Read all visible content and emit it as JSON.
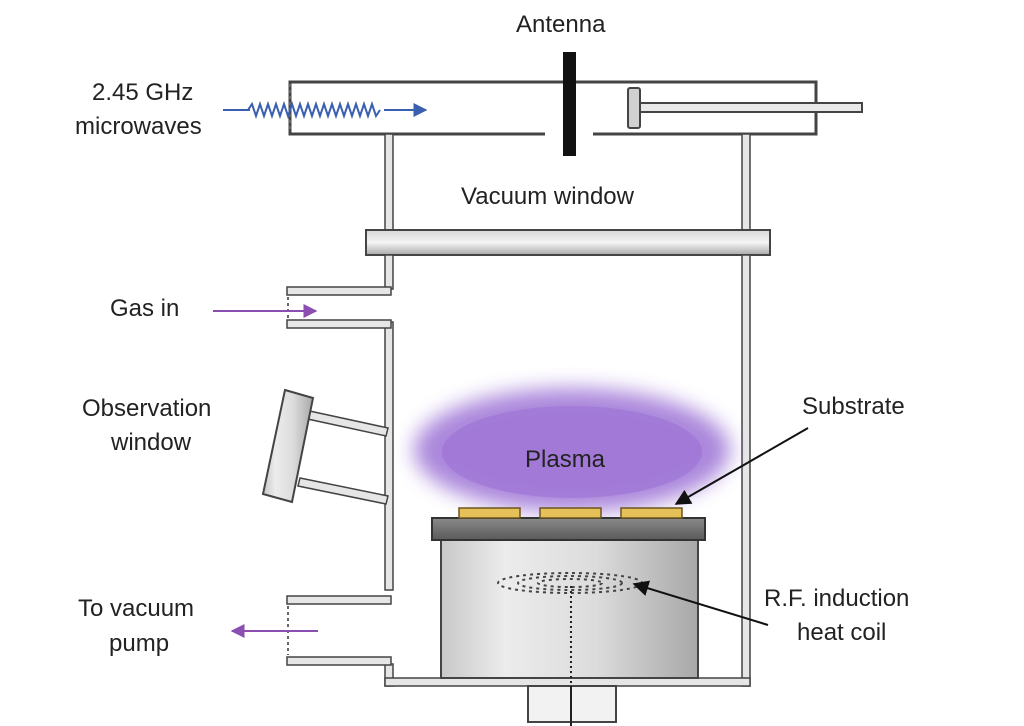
{
  "labels": {
    "antenna": "Antenna",
    "microwaves_line1": "2.45 GHz",
    "microwaves_line2": "microwaves",
    "vacuum_window": "Vacuum window",
    "gas_in": "Gas in",
    "observation_line1": "Observation",
    "observation_line2": "window",
    "substrate": "Substrate",
    "plasma": "Plasma",
    "vacuum_pump_line1": "To vacuum",
    "vacuum_pump_line2": "pump",
    "rf_line1": "R.F. induction",
    "rf_line2": "heat coil"
  },
  "colors": {
    "microwave_arrow": "#3a5fb0",
    "gas_arrow": "#8a4fb0",
    "plasma": "#9b6fd6",
    "substrate": "#e6c15a",
    "outline": "#333333",
    "metal_light": "#e2e2e2",
    "metal_dark": "#9a9a9a"
  }
}
